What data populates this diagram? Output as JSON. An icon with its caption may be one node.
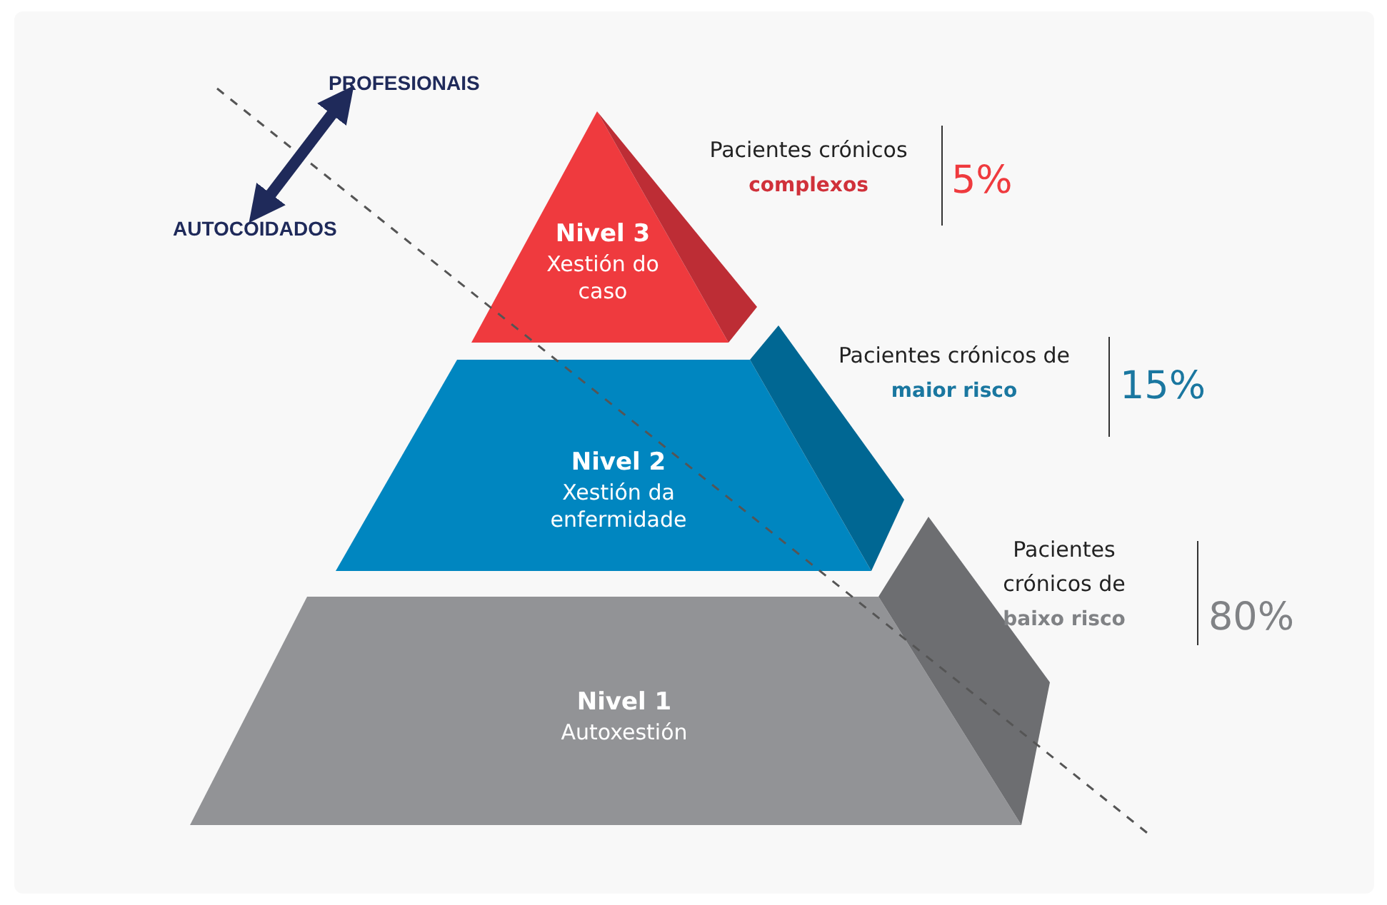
{
  "diagram": {
    "nodes": [
      {
        "text": [
          "PROFESIONAIS"
        ]
      },
      {
        "text": [
          "AUTOCOIDADOS"
        ]
      },
      {
        "text": [
          "Nivel 3",
          "Xestión do caso"
        ],
        "beside": [
          "Pacientes crónicos **complexos**",
          "5%"
        ]
      },
      {
        "text": [
          "Nivel 2",
          "Xestión da enfermidade"
        ],
        "beside": [
          "Pacientes crónicos de **maior risco**",
          "15%"
        ]
      },
      {
        "text": [
          "Nivel 1",
          "Autoxestión"
        ],
        "beside": [
          "Pacientes crónicos de **baixo risco**",
          "80%"
        ]
      }
    ],
    "edges": [
      {
        "from": 1,
        "to": 0,
        "arrow": "both"
      }
    ]
  }
}
